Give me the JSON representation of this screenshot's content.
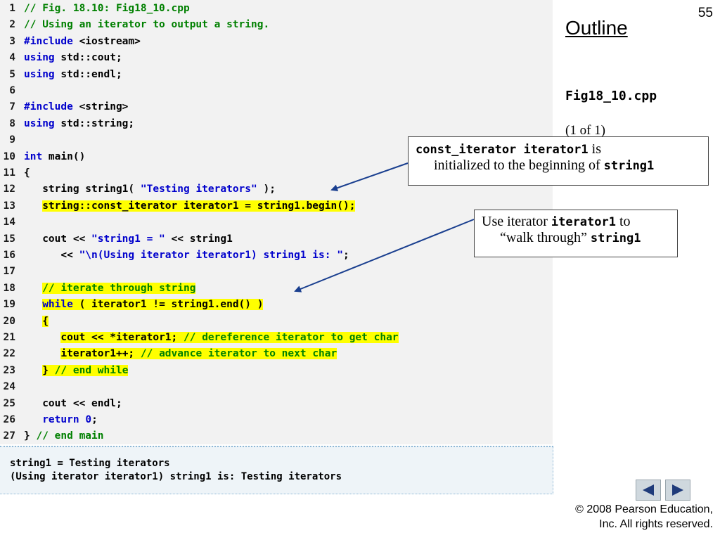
{
  "slide_number": "55",
  "sidebar": {
    "outline": "Outline",
    "file": "Fig18_10.cpp",
    "page": "(1 of 1)"
  },
  "code_lines": [
    {
      "n": "1",
      "parts": [
        {
          "t": "// Fig. 18.10: Fig18_10.cpp",
          "c": "cm"
        }
      ]
    },
    {
      "n": "2",
      "parts": [
        {
          "t": "// Using an iterator to output a string.",
          "c": "cm"
        }
      ]
    },
    {
      "n": "3",
      "parts": [
        {
          "t": "#include",
          "c": "kw"
        },
        {
          "t": " <iostream>",
          "c": ""
        }
      ]
    },
    {
      "n": "4",
      "parts": [
        {
          "t": "using",
          "c": "kw"
        },
        {
          "t": " std::cout;",
          "c": ""
        }
      ]
    },
    {
      "n": "5",
      "parts": [
        {
          "t": "using",
          "c": "kw"
        },
        {
          "t": " std::endl;",
          "c": ""
        }
      ]
    },
    {
      "n": "6",
      "parts": []
    },
    {
      "n": "7",
      "parts": [
        {
          "t": "#include",
          "c": "kw"
        },
        {
          "t": " <string>",
          "c": ""
        }
      ]
    },
    {
      "n": "8",
      "parts": [
        {
          "t": "using",
          "c": "kw"
        },
        {
          "t": " std::string;",
          "c": ""
        }
      ]
    },
    {
      "n": "9",
      "parts": []
    },
    {
      "n": "10",
      "parts": [
        {
          "t": "int",
          "c": "kw"
        },
        {
          "t": " main()",
          "c": ""
        }
      ]
    },
    {
      "n": "11",
      "parts": [
        {
          "t": "{",
          "c": ""
        }
      ]
    },
    {
      "n": "12",
      "parts": [
        {
          "t": "   string string1( ",
          "c": ""
        },
        {
          "t": "\"Testing iterators\"",
          "c": "str"
        },
        {
          "t": " );",
          "c": ""
        }
      ]
    },
    {
      "n": "13",
      "hl": true,
      "parts": [
        {
          "t": "   ",
          "c": "nohl"
        },
        {
          "t": "string::const_iterator iterator1 = string1.begin();",
          "c": ""
        }
      ]
    },
    {
      "n": "14",
      "parts": []
    },
    {
      "n": "15",
      "parts": [
        {
          "t": "   cout << ",
          "c": ""
        },
        {
          "t": "\"string1 = \"",
          "c": "str"
        },
        {
          "t": " << string1",
          "c": ""
        }
      ]
    },
    {
      "n": "16",
      "parts": [
        {
          "t": "      << ",
          "c": ""
        },
        {
          "t": "\"\\n(Using iterator iterator1) string1 is: \"",
          "c": "str"
        },
        {
          "t": ";",
          "c": ""
        }
      ]
    },
    {
      "n": "17",
      "parts": []
    },
    {
      "n": "18",
      "hl": true,
      "parts": [
        {
          "t": "   ",
          "c": "nohl"
        },
        {
          "t": "// iterate through string",
          "c": "cm"
        }
      ]
    },
    {
      "n": "19",
      "hl": true,
      "parts": [
        {
          "t": "   ",
          "c": "nohl"
        },
        {
          "t": "while",
          "c": "kw"
        },
        {
          "t": " ( iterator1 != string1.end() )",
          "c": ""
        }
      ]
    },
    {
      "n": "20",
      "hl": true,
      "parts": [
        {
          "t": "   ",
          "c": "nohl"
        },
        {
          "t": "{",
          "c": ""
        }
      ]
    },
    {
      "n": "21",
      "hl": true,
      "parts": [
        {
          "t": "      ",
          "c": "nohl"
        },
        {
          "t": "cout << *iterator1; ",
          "c": ""
        },
        {
          "t": "// dereference iterator to get char",
          "c": "cm"
        }
      ]
    },
    {
      "n": "22",
      "hl": true,
      "parts": [
        {
          "t": "      ",
          "c": "nohl"
        },
        {
          "t": "iterator1++; ",
          "c": ""
        },
        {
          "t": "// advance iterator to next char",
          "c": "cm"
        }
      ]
    },
    {
      "n": "23",
      "hl": true,
      "parts": [
        {
          "t": "   ",
          "c": "nohl"
        },
        {
          "t": "} ",
          "c": ""
        },
        {
          "t": "// end while",
          "c": "cm"
        }
      ]
    },
    {
      "n": "24",
      "parts": []
    },
    {
      "n": "25",
      "parts": [
        {
          "t": "   cout << endl;",
          "c": ""
        }
      ]
    },
    {
      "n": "26",
      "parts": [
        {
          "t": "   ",
          "c": ""
        },
        {
          "t": "return",
          "c": "kw"
        },
        {
          "t": " ",
          "c": ""
        },
        {
          "t": "0",
          "c": "num"
        },
        {
          "t": ";",
          "c": ""
        }
      ]
    },
    {
      "n": "27",
      "parts": [
        {
          "t": "} ",
          "c": ""
        },
        {
          "t": "// end main",
          "c": "cm"
        }
      ]
    }
  ],
  "output_lines": [
    "string1 = Testing iterators",
    "(Using iterator iterator1) string1 is: Testing iterators"
  ],
  "callouts": {
    "c1": {
      "code": "const_iterator iterator1",
      "text1": " is",
      "text2": "initialized to the beginning of ",
      "code2": "string1"
    },
    "c2": {
      "text1": "Use iterator ",
      "code": "iterator1",
      "text2": " to",
      "text3": "“walk through” ",
      "code2": "string1"
    }
  },
  "nav": {
    "prev": "previous-slide",
    "next": "next-slide"
  },
  "copyright": {
    "line1": "© 2008 Pearson Education,",
    "line2": "Inc.  All rights reserved."
  },
  "colors": {
    "highlight": "#ffff00",
    "keyword": "#0000cc",
    "comment": "#008000",
    "arrow": "#1a3f8f"
  }
}
